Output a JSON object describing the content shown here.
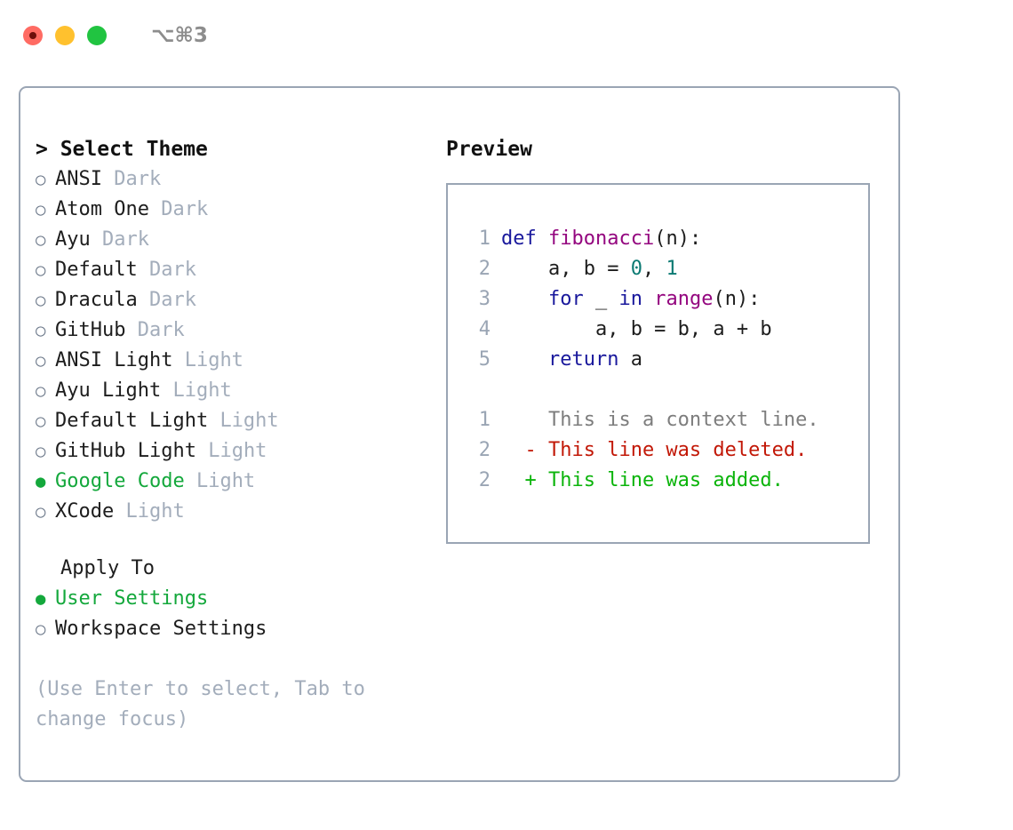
{
  "titlebar": {
    "shortcut": "⌥⌘3",
    "lights": [
      {
        "name": "close-button",
        "color": "#ff6b63"
      },
      {
        "name": "minimize-button",
        "color": "#ffc12e"
      },
      {
        "name": "maximize-button",
        "color": "#21c441"
      }
    ]
  },
  "theme_picker": {
    "heading": "> Select Theme",
    "bullet_off": "○",
    "bullet_on": "●",
    "options": [
      {
        "name": "ANSI",
        "tag": "Dark",
        "selected": false
      },
      {
        "name": "Atom One",
        "tag": "Dark",
        "selected": false
      },
      {
        "name": "Ayu",
        "tag": "Dark",
        "selected": false
      },
      {
        "name": "Default",
        "tag": "Dark",
        "selected": false
      },
      {
        "name": "Dracula",
        "tag": "Dark",
        "selected": false
      },
      {
        "name": "GitHub",
        "tag": "Dark",
        "selected": false
      },
      {
        "name": "ANSI Light",
        "tag": "Light",
        "selected": false
      },
      {
        "name": "Ayu Light",
        "tag": "Light",
        "selected": false
      },
      {
        "name": "Default Light",
        "tag": "Light",
        "selected": false
      },
      {
        "name": "GitHub Light",
        "tag": "Light",
        "selected": false
      },
      {
        "name": "Google Code",
        "tag": "Light",
        "selected": true
      },
      {
        "name": "XCode",
        "tag": "Light",
        "selected": false
      }
    ]
  },
  "apply_to": {
    "heading": "Apply To",
    "options": [
      {
        "name": "User Settings",
        "selected": true
      },
      {
        "name": "Workspace Settings",
        "selected": false
      }
    ]
  },
  "hint": "(Use Enter to select, Tab to change focus)",
  "preview": {
    "heading": "Preview",
    "code_lines": [
      {
        "no": "1",
        "tokens": [
          {
            "t": "def ",
            "c": "kw"
          },
          {
            "t": "fibonacci",
            "c": "fn"
          },
          {
            "t": "(n):",
            "c": "pl"
          }
        ]
      },
      {
        "no": "2",
        "tokens": [
          {
            "t": "    a, b = ",
            "c": "pl"
          },
          {
            "t": "0",
            "c": "num"
          },
          {
            "t": ", ",
            "c": "pl"
          },
          {
            "t": "1",
            "c": "num"
          }
        ]
      },
      {
        "no": "3",
        "tokens": [
          {
            "t": "    ",
            "c": "pl"
          },
          {
            "t": "for",
            "c": "kw"
          },
          {
            "t": " _ ",
            "c": "pl"
          },
          {
            "t": "in",
            "c": "kw"
          },
          {
            "t": " ",
            "c": "pl"
          },
          {
            "t": "range",
            "c": "fn"
          },
          {
            "t": "(n):",
            "c": "pl"
          }
        ]
      },
      {
        "no": "4",
        "tokens": [
          {
            "t": "        a, b = b, a + b",
            "c": "pl"
          }
        ]
      },
      {
        "no": "5",
        "tokens": [
          {
            "t": "    ",
            "c": "pl"
          },
          {
            "t": "return",
            "c": "kw"
          },
          {
            "t": " a",
            "c": "pl"
          }
        ]
      }
    ],
    "diff_lines": [
      {
        "no": "1",
        "marker": "  ",
        "text": "This is a context line.",
        "kind": "ctx"
      },
      {
        "no": "2",
        "marker": "- ",
        "text": "This line was deleted.",
        "kind": "del"
      },
      {
        "no": "2",
        "marker": "+ ",
        "text": "This line was added.",
        "kind": "add"
      }
    ]
  },
  "colors": {
    "accent_green": "#14a83c",
    "border": "#9aa5b4",
    "muted": "#a3adbb",
    "keyword": "#19189c",
    "function": "#94067f",
    "number": "#0b7a73",
    "diff_delete": "#c21807",
    "diff_add": "#0bb40b",
    "diff_context": "#7d7d7d"
  }
}
